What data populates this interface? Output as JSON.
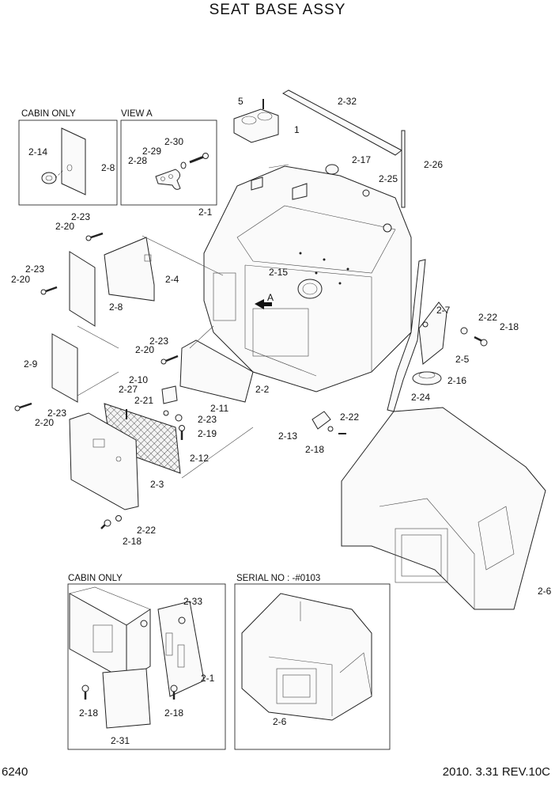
{
  "title": "SEAT BASE ASSY",
  "page_number": "6240",
  "revision": "2010. 3.31  REV.10C",
  "insets": {
    "cabin_only_top": "CABIN ONLY",
    "view_a": "VIEW A",
    "cabin_only_bottom": "CABIN ONLY",
    "serial": "SERIAL NO : -#0103"
  },
  "view_marker": "A",
  "labels": [
    {
      "id": "l1",
      "text": "5"
    },
    {
      "id": "l2",
      "text": "2-32"
    },
    {
      "id": "l3",
      "text": "1"
    },
    {
      "id": "l4",
      "text": "2-17"
    },
    {
      "id": "l5",
      "text": "2-26"
    },
    {
      "id": "l6",
      "text": "2-25"
    },
    {
      "id": "l7",
      "text": "2-14"
    },
    {
      "id": "l8",
      "text": "2-8"
    },
    {
      "id": "l9",
      "text": "2-30"
    },
    {
      "id": "l10",
      "text": "2-29"
    },
    {
      "id": "l11",
      "text": "2-28"
    },
    {
      "id": "l12",
      "text": "2-1"
    },
    {
      "id": "l13",
      "text": "2-23"
    },
    {
      "id": "l14",
      "text": "2-20"
    },
    {
      "id": "l15",
      "text": "2-4"
    },
    {
      "id": "l16",
      "text": "2-23"
    },
    {
      "id": "l17",
      "text": "2-20"
    },
    {
      "id": "l18",
      "text": "2-8"
    },
    {
      "id": "l19",
      "text": "2-15"
    },
    {
      "id": "l20",
      "text": "2-7"
    },
    {
      "id": "l21",
      "text": "2-22"
    },
    {
      "id": "l22",
      "text": "2-18"
    },
    {
      "id": "l23",
      "text": "2-5"
    },
    {
      "id": "l24",
      "text": "2-23"
    },
    {
      "id": "l25",
      "text": "2-20"
    },
    {
      "id": "l26",
      "text": "2-9"
    },
    {
      "id": "l27",
      "text": "2-16"
    },
    {
      "id": "l28",
      "text": "2-10"
    },
    {
      "id": "l29",
      "text": "2-27"
    },
    {
      "id": "l30",
      "text": "2-21"
    },
    {
      "id": "l31",
      "text": "2-2"
    },
    {
      "id": "l32",
      "text": "2-24"
    },
    {
      "id": "l33",
      "text": "2-11"
    },
    {
      "id": "l34",
      "text": "2-23"
    },
    {
      "id": "l35",
      "text": "2-23"
    },
    {
      "id": "l36",
      "text": "2-20"
    },
    {
      "id": "l37",
      "text": "2-19"
    },
    {
      "id": "l38",
      "text": "2-22"
    },
    {
      "id": "l39",
      "text": "2-13"
    },
    {
      "id": "l40",
      "text": "2-18"
    },
    {
      "id": "l41",
      "text": "2-12"
    },
    {
      "id": "l42",
      "text": "2-3"
    },
    {
      "id": "l43",
      "text": "2-22"
    },
    {
      "id": "l44",
      "text": "2-18"
    },
    {
      "id": "l45",
      "text": "2-6"
    },
    {
      "id": "l46",
      "text": "2-33"
    },
    {
      "id": "l47",
      "text": "2-1"
    },
    {
      "id": "l48",
      "text": "2-18"
    },
    {
      "id": "l49",
      "text": "2-18"
    },
    {
      "id": "l50",
      "text": "2-31"
    },
    {
      "id": "l51",
      "text": "2-6"
    }
  ]
}
